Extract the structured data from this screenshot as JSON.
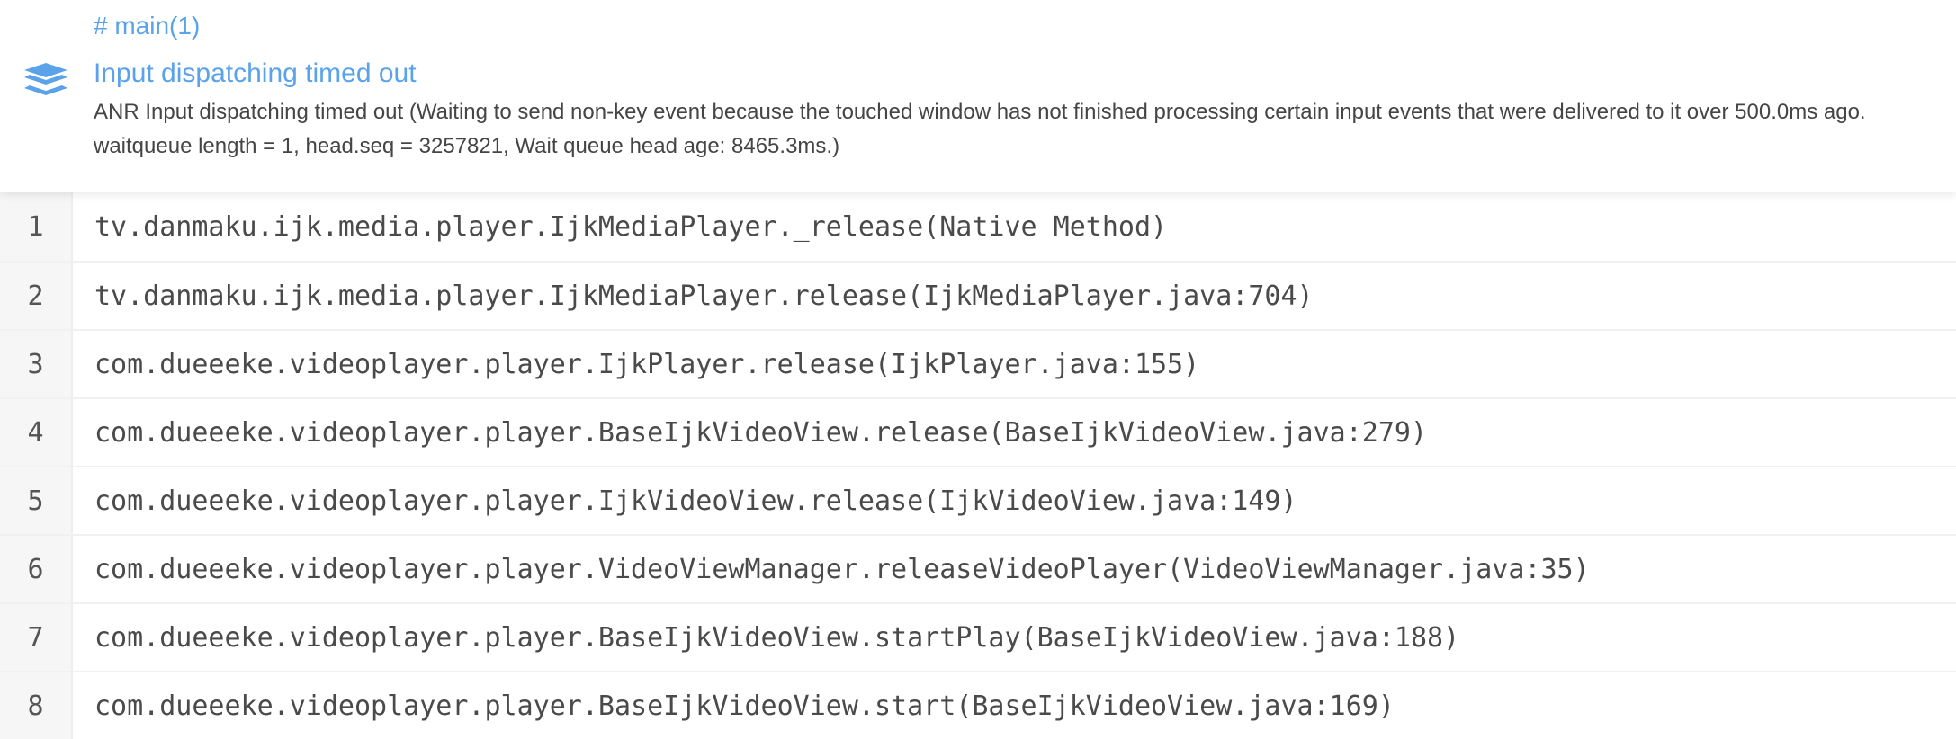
{
  "header": {
    "thread_name": "# main(1)",
    "icon": "layers-icon",
    "title": "Input dispatching timed out",
    "description": "ANR Input dispatching timed out (Waiting to send non-key event because the touched window has not finished processing certain input events that were delivered to it over 500.0ms ago. waitqueue length = 1, head.seq = 3257821, Wait queue head age: 8465.3ms.)"
  },
  "colors": {
    "accent": "#5aa3ea",
    "text": "#454545",
    "gutter_bg": "#f6f6f6",
    "row_border": "#f1f1f1"
  },
  "stack_frames": [
    {
      "line": "1",
      "frame": "tv.danmaku.ijk.media.player.IjkMediaPlayer._release(Native Method)"
    },
    {
      "line": "2",
      "frame": "tv.danmaku.ijk.media.player.IjkMediaPlayer.release(IjkMediaPlayer.java:704)"
    },
    {
      "line": "3",
      "frame": "com.dueeeke.videoplayer.player.IjkPlayer.release(IjkPlayer.java:155)"
    },
    {
      "line": "4",
      "frame": "com.dueeeke.videoplayer.player.BaseIjkVideoView.release(BaseIjkVideoView.java:279)"
    },
    {
      "line": "5",
      "frame": "com.dueeeke.videoplayer.player.IjkVideoView.release(IjkVideoView.java:149)"
    },
    {
      "line": "6",
      "frame": "com.dueeeke.videoplayer.player.VideoViewManager.releaseVideoPlayer(VideoViewManager.java:35)"
    },
    {
      "line": "7",
      "frame": "com.dueeeke.videoplayer.player.BaseIjkVideoView.startPlay(BaseIjkVideoView.java:188)"
    },
    {
      "line": "8",
      "frame": "com.dueeeke.videoplayer.player.BaseIjkVideoView.start(BaseIjkVideoView.java:169)"
    }
  ]
}
